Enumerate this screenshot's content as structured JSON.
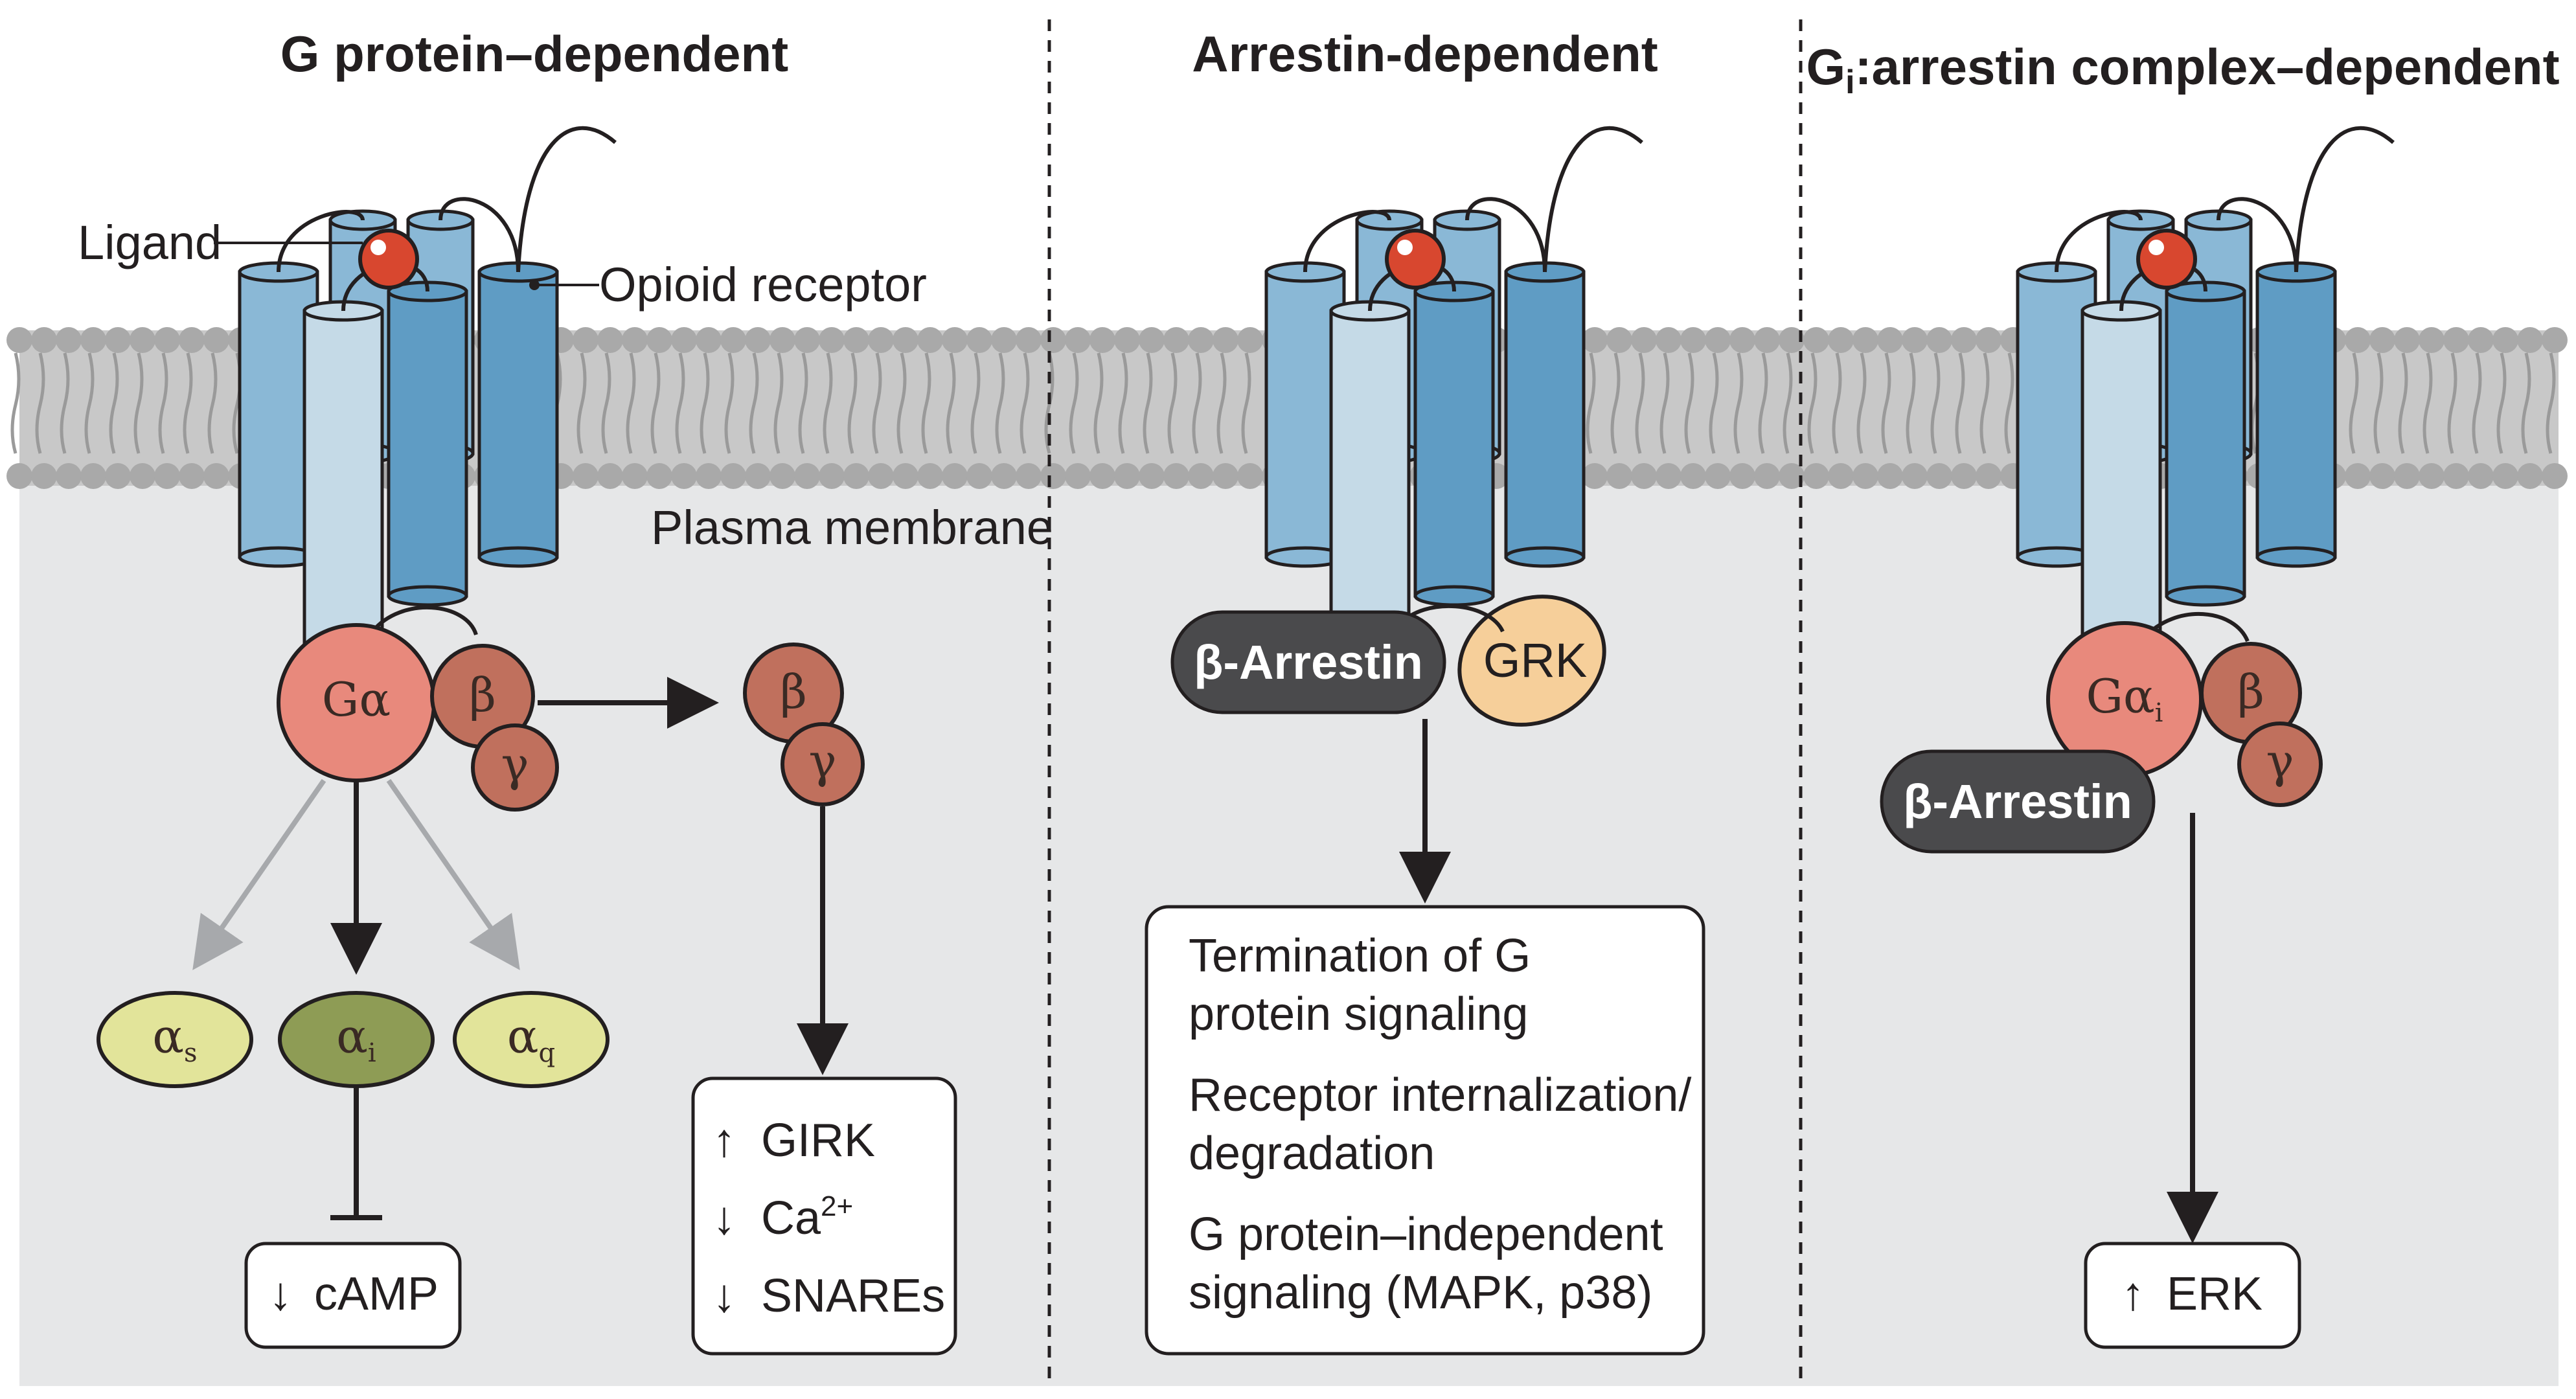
{
  "panels": [
    {
      "title": "G protein–dependent"
    },
    {
      "title": "Arrestin-dependent"
    },
    {
      "title_main": "G",
      "title_sub": "i",
      "title_rest": ":arrestin complex–dependent"
    }
  ],
  "labels": {
    "ligand": "Ligand",
    "opioid_receptor": "Opioid receptor",
    "plasma_membrane": "Plasma membrane"
  },
  "gprotein": {
    "g_alpha": "Gα",
    "beta": "β",
    "gamma": "γ",
    "alpha_s": "α",
    "alpha_s_sub": "s",
    "alpha_i": "α",
    "alpha_i_sub": "i",
    "alpha_q": "α",
    "alpha_q_sub": "q",
    "camp_arrow": "↓",
    "camp": "cAMP",
    "girk_arrow": "↑",
    "girk": "GIRK",
    "ca_arrow": "↓",
    "ca": "Ca",
    "ca_sup": "2+",
    "snares_arrow": "↓",
    "snares": "SNAREs"
  },
  "arrestin": {
    "b_arrestin": "β-Arrestin",
    "grk": "GRK",
    "effects": [
      "Termination of G",
      "protein signaling",
      "Receptor internalization/",
      "degradation",
      "G protein–independent",
      "signaling (MAPK, p38)"
    ]
  },
  "complex": {
    "g_alpha_i": "Gα",
    "g_alpha_i_sub": "i",
    "beta": "β",
    "gamma": "γ",
    "b_arrestin": "β-Arrestin",
    "erk_arrow": "↑",
    "erk": "ERK"
  },
  "colors": {
    "cylinder_light": "#c5dae7",
    "cylinder_mid": "#8ab8d6",
    "cylinder_dark": "#5f9cc4",
    "ligand": "#d8472f",
    "g_alpha": "#e8897c",
    "beta_gamma": "#c0705d",
    "alpha_side": "#e2e49a",
    "alpha_i": "#8e9c55",
    "arrestin": "#4a4a4c",
    "grk": "#f6cf9a",
    "membrane": "#b3b3b3",
    "cytoplasm": "#e6e7e8"
  }
}
